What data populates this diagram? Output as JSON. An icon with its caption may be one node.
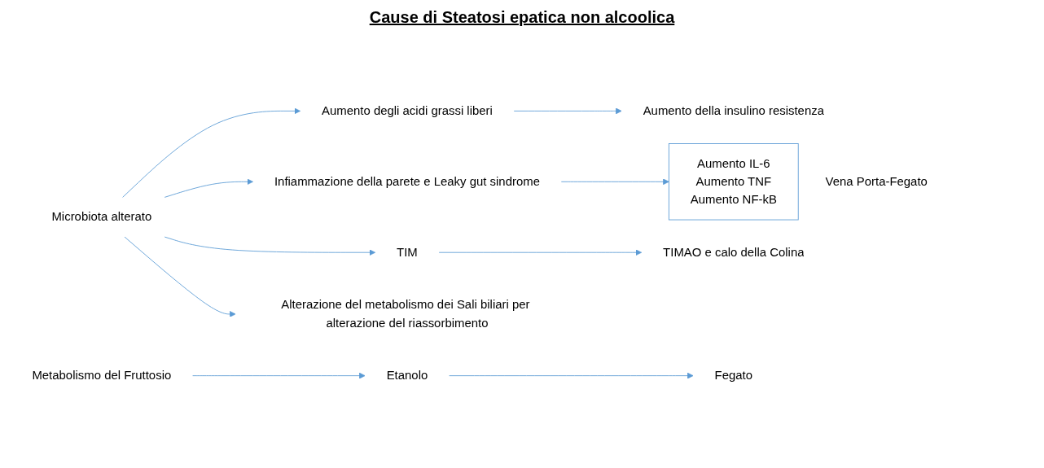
{
  "diagram": {
    "title": "Cause di Steatosi epatica non alcoolica",
    "nodes": [
      {
        "text": [
          "Microbiota alterato"
        ]
      },
      {
        "text": [
          "Aumento degli acidi grassi liberi"
        ]
      },
      {
        "text": [
          "Aumento della insulino resistenza"
        ]
      },
      {
        "text": [
          "Infiammazione della parete e Leaky gut sindrome"
        ]
      },
      {
        "text": [
          "Aumento IL-6",
          "Aumento TNF",
          "Aumento NF-kB"
        ],
        "beside": [
          "Vena Porta-Fegato"
        ]
      },
      {
        "text": [
          "TIM"
        ]
      },
      {
        "text": [
          "TIMAO e calo della Colina"
        ]
      },
      {
        "text": [
          "Alterazione del metabolismo dei Sali biliari per alterazione del riassorbimento"
        ]
      },
      {
        "text": [
          "Metabolismo del Fruttosio"
        ]
      },
      {
        "text": [
          "Etanolo"
        ]
      },
      {
        "text": [
          "Fegato"
        ]
      }
    ],
    "edges": [
      {
        "from": 0,
        "to": 1,
        "arrow": "to"
      },
      {
        "from": 0,
        "to": 3,
        "arrow": "to"
      },
      {
        "from": 0,
        "to": 5,
        "arrow": "to"
      },
      {
        "from": 0,
        "to": 7,
        "arrow": "to"
      },
      {
        "from": 1,
        "to": 2,
        "arrow": "to"
      },
      {
        "from": 3,
        "to": 4,
        "arrow": "to"
      },
      {
        "from": 5,
        "to": 6,
        "arrow": "to"
      },
      {
        "from": 8,
        "to": 9,
        "arrow": "to"
      },
      {
        "from": 9,
        "to": 10,
        "arrow": "to"
      }
    ]
  }
}
